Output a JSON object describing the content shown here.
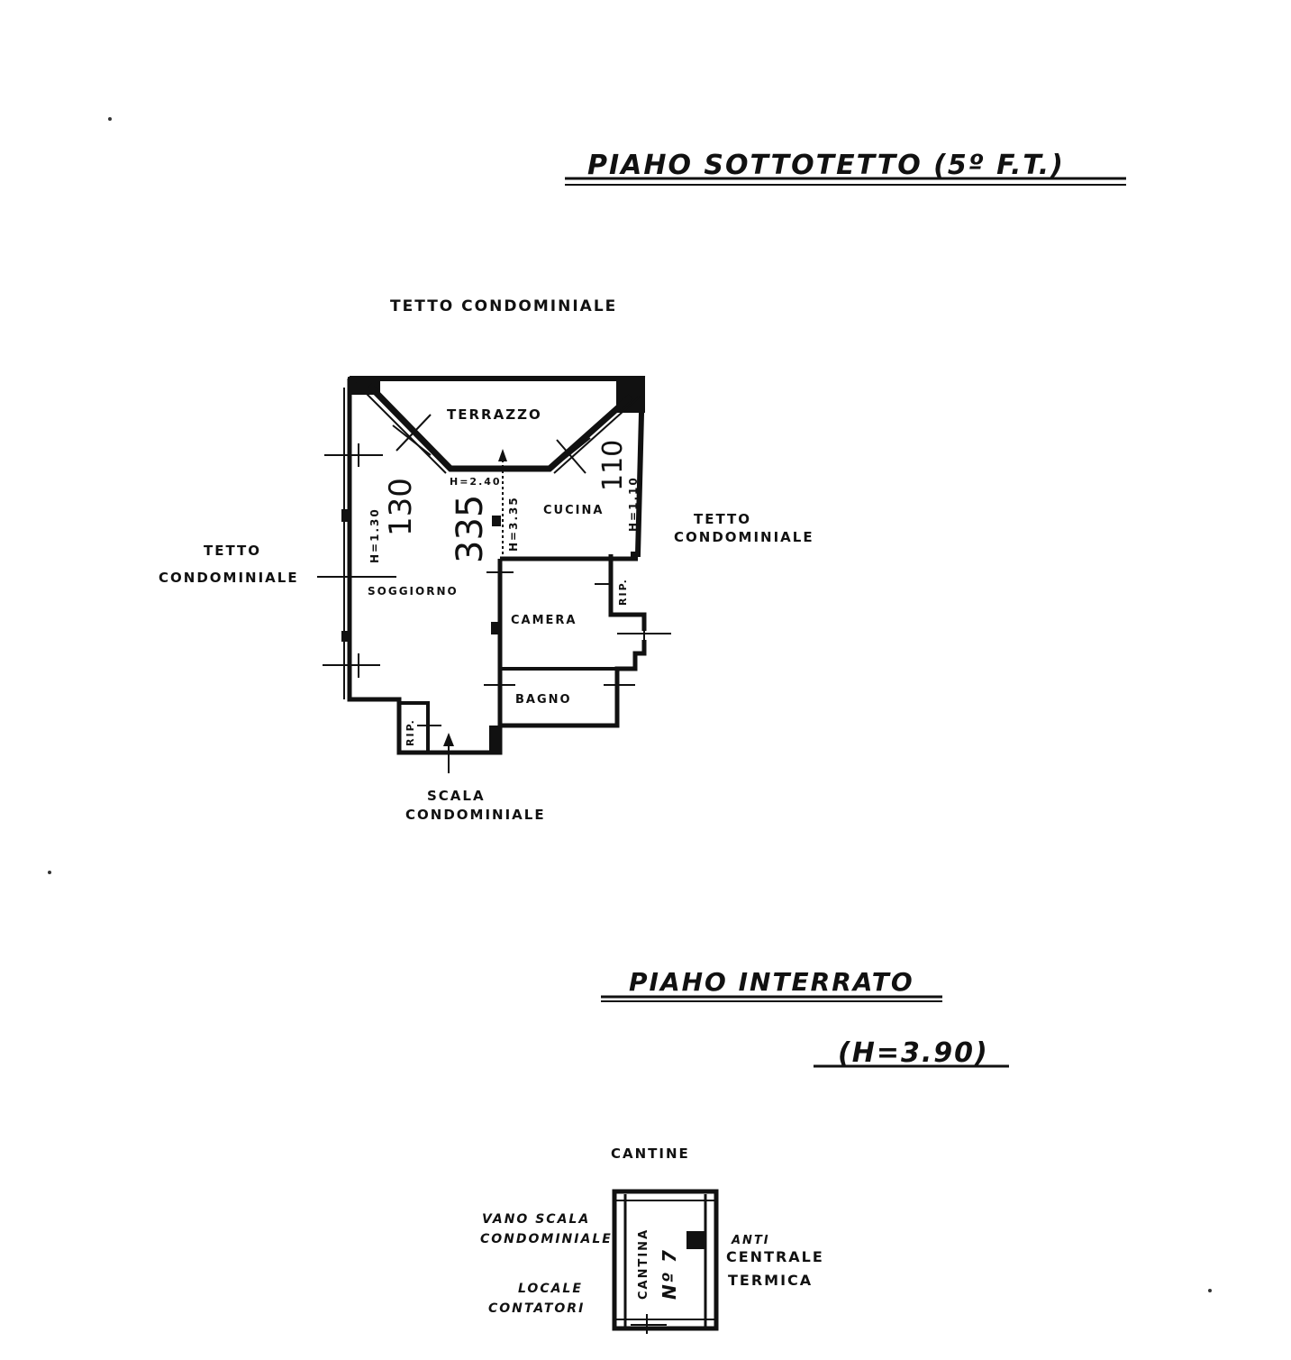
{
  "attic_floor": {
    "title": "PIAHO SOTTOTETTO (5º F.T.)",
    "roof_top": "TETTO CONDOMINIALE",
    "roof_left_1": "TETTO",
    "roof_left_2": "CONDOMINIALE",
    "roof_right_1": "TETTO",
    "roof_right_2": "CONDOMINIALE",
    "stair_1": "SCALA",
    "stair_2": "CONDOMINIALE",
    "rooms": {
      "terrace": "TERRAZZO",
      "kitchen": "CUCINA",
      "living": "SOGGIORNO",
      "bedroom": "CAMERA",
      "bathroom": "BAGNO",
      "storage_1": "RIP.",
      "storage_2": "RIP."
    },
    "heights": {
      "h_240": "H=2.40",
      "h_335": "H=3.35",
      "h_130": "H=1.30",
      "h_110": "H=1.10"
    },
    "dimensions": {
      "d_335": "335",
      "d_130": "130",
      "d_110": "110"
    }
  },
  "basement": {
    "title": "PIAHO INTERRATO",
    "height": "(H=3.90)",
    "cellars": "CANTINE",
    "stairwell_1": "VANO SCALA",
    "stairwell_2": "CONDOMINIALE",
    "meters_1": "LOCALE",
    "meters_2": "CONTATORI",
    "heating_1": "ANTI",
    "heating_2": "CENTRALE",
    "heating_3": "TERMICA",
    "cellar_label": "CANTINA",
    "cellar_no": "Nº 7"
  }
}
